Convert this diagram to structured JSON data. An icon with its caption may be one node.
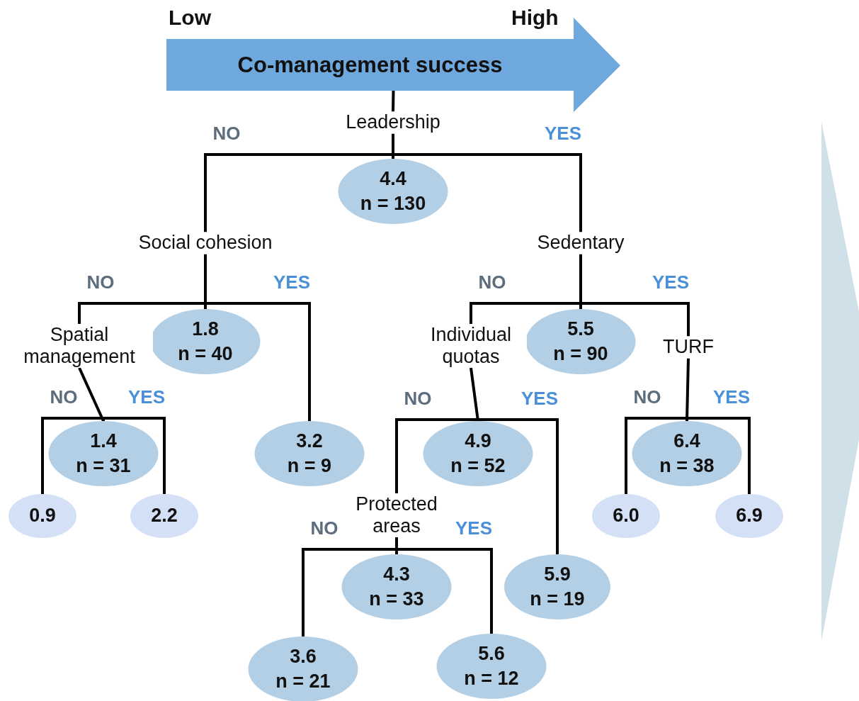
{
  "diagram": {
    "nodes": [
      {
        "text": [
          "Co-management success"
        ]
      },
      {
        "text": [
          "Leadership"
        ]
      },
      {
        "text": [
          "4.4",
          "n = 130"
        ]
      },
      {
        "text": [
          "Social cohesion"
        ]
      },
      {
        "text": [
          "Sedentary"
        ]
      },
      {
        "text": [
          "1.8",
          "n = 40"
        ]
      },
      {
        "text": [
          "5.5",
          "n = 90"
        ]
      },
      {
        "text": [
          "Spatial management"
        ]
      },
      {
        "text": [
          "Individual quotas"
        ]
      },
      {
        "text": [
          "TURF"
        ]
      },
      {
        "text": [
          "1.4",
          "n = 31"
        ]
      },
      {
        "text": [
          "3.2",
          "n = 9"
        ]
      },
      {
        "text": [
          "4.9",
          "n = 52"
        ]
      },
      {
        "text": [
          "6.4",
          "n = 38"
        ]
      },
      {
        "text": [
          "0.9"
        ]
      },
      {
        "text": [
          "2.2"
        ]
      },
      {
        "text": [
          "6.0"
        ]
      },
      {
        "text": [
          "6.9"
        ]
      },
      {
        "text": [
          "Protected areas"
        ]
      },
      {
        "text": [
          "4.3",
          "n = 33"
        ]
      },
      {
        "text": [
          "5.9",
          "n = 19"
        ]
      },
      {
        "text": [
          "3.6",
          "n = 21"
        ]
      },
      {
        "text": [
          "5.6",
          "n = 12"
        ]
      }
    ],
    "edges": [
      {
        "from": 0,
        "to": 1,
        "arrow": "none"
      },
      {
        "from": 1,
        "to": 2,
        "arrow": "none"
      },
      {
        "from": 2,
        "to": 3,
        "arrow": "none",
        "label": "NO"
      },
      {
        "from": 2,
        "to": 4,
        "arrow": "none",
        "label": "YES"
      },
      {
        "from": 3,
        "to": 5,
        "arrow": "none"
      },
      {
        "from": 4,
        "to": 6,
        "arrow": "none"
      },
      {
        "from": 5,
        "to": 7,
        "arrow": "none",
        "label": "NO"
      },
      {
        "from": 5,
        "to": 11,
        "arrow": "none",
        "label": "YES"
      },
      {
        "from": 6,
        "to": 8,
        "arrow": "none",
        "label": "NO"
      },
      {
        "from": 6,
        "to": 9,
        "arrow": "none",
        "label": "YES"
      },
      {
        "from": 7,
        "to": 10,
        "arrow": "none"
      },
      {
        "from": 10,
        "to": 14,
        "arrow": "none",
        "label": "NO"
      },
      {
        "from": 10,
        "to": 15,
        "arrow": "none",
        "label": "YES"
      },
      {
        "from": 8,
        "to": 12,
        "arrow": "none"
      },
      {
        "from": 12,
        "to": 18,
        "arrow": "none",
        "label": "NO"
      },
      {
        "from": 12,
        "to": 20,
        "arrow": "none",
        "label": "YES"
      },
      {
        "from": 9,
        "to": 13,
        "arrow": "none"
      },
      {
        "from": 13,
        "to": 16,
        "arrow": "none",
        "label": "NO"
      },
      {
        "from": 13,
        "to": 17,
        "arrow": "none",
        "label": "YES"
      },
      {
        "from": 18,
        "to": 19,
        "arrow": "none"
      },
      {
        "from": 19,
        "to": 21,
        "arrow": "none",
        "label": "NO"
      },
      {
        "from": 19,
        "to": 22,
        "arrow": "none",
        "label": "YES"
      }
    ],
    "labels": [
      "Low",
      "High"
    ]
  }
}
